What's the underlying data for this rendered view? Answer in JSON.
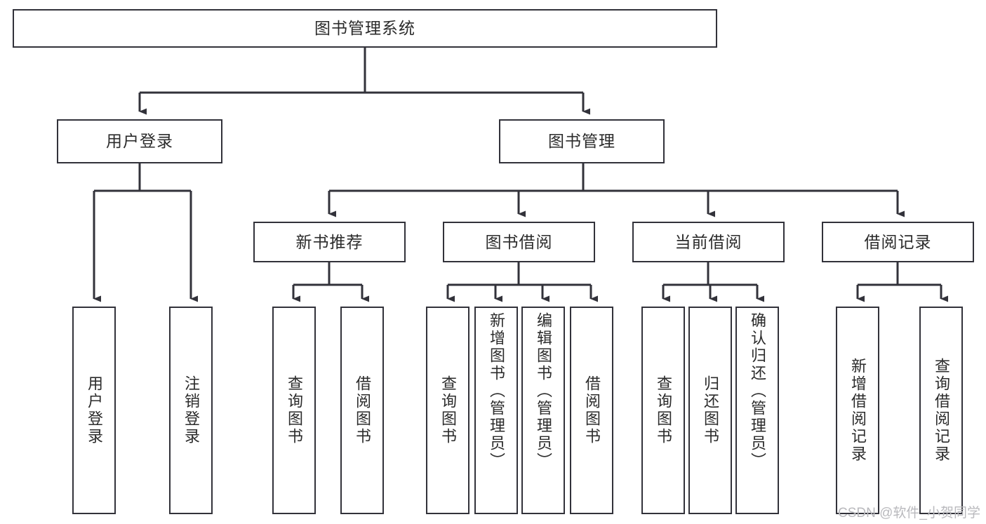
{
  "diagram": {
    "title": "图书管理系统",
    "theme": {
      "box_border": "#32323a",
      "box_fill": "#ffffff",
      "line": "#32323a",
      "text": "#2b2b2b",
      "background": "#ffffff",
      "watermark_color": "#b9b9bd"
    },
    "watermark": "CSDN @软件_小贺同学",
    "levels": [
      {
        "level": 1,
        "nodes": [
          {
            "id": "root",
            "label": "图书管理系统",
            "orientation": "horizontal"
          }
        ]
      },
      {
        "level": 2,
        "nodes": [
          {
            "id": "user-login",
            "label": "用户登录",
            "orientation": "horizontal"
          },
          {
            "id": "book-manage",
            "label": "图书管理",
            "orientation": "horizontal"
          }
        ]
      },
      {
        "level": 3,
        "nodes": [
          {
            "id": "new-book-rec",
            "label": "新书推荐",
            "orientation": "horizontal"
          },
          {
            "id": "book-borrow",
            "label": "图书借阅",
            "orientation": "horizontal"
          },
          {
            "id": "current-borrow",
            "label": "当前借阅",
            "orientation": "horizontal"
          },
          {
            "id": "borrow-record",
            "label": "借阅记录",
            "orientation": "horizontal"
          }
        ]
      },
      {
        "level": 4,
        "nodes": [
          {
            "id": "leaf-user-login",
            "label": "用户登录",
            "orientation": "vertical",
            "parent": "user-login"
          },
          {
            "id": "leaf-logout",
            "label": "注销登录",
            "orientation": "vertical",
            "parent": "user-login"
          },
          {
            "id": "leaf-query-book-1",
            "label": "查询图书",
            "orientation": "vertical",
            "parent": "new-book-rec"
          },
          {
            "id": "leaf-borrow-book-1",
            "label": "借阅图书",
            "orientation": "vertical",
            "parent": "new-book-rec"
          },
          {
            "id": "leaf-query-book-2",
            "label": "查询图书",
            "orientation": "vertical",
            "parent": "book-borrow"
          },
          {
            "id": "leaf-add-book",
            "label": "新增图书（管理员）",
            "orientation": "vertical",
            "parent": "book-borrow"
          },
          {
            "id": "leaf-edit-book",
            "label": "编辑图书（管理员）",
            "orientation": "vertical",
            "parent": "book-borrow"
          },
          {
            "id": "leaf-borrow-book-2",
            "label": "借阅图书",
            "orientation": "vertical",
            "parent": "book-borrow"
          },
          {
            "id": "leaf-query-book-3",
            "label": "查询图书",
            "orientation": "vertical",
            "parent": "current-borrow"
          },
          {
            "id": "leaf-return-book",
            "label": "归还图书",
            "orientation": "vertical",
            "parent": "current-borrow"
          },
          {
            "id": "leaf-confirm-return",
            "label": "确认归还（管理员）",
            "orientation": "vertical",
            "parent": "current-borrow"
          },
          {
            "id": "leaf-add-record",
            "label": "新增借阅记录",
            "orientation": "vertical",
            "parent": "borrow-record"
          },
          {
            "id": "leaf-query-record",
            "label": "查询借阅记录",
            "orientation": "vertical",
            "parent": "borrow-record"
          }
        ]
      }
    ]
  }
}
